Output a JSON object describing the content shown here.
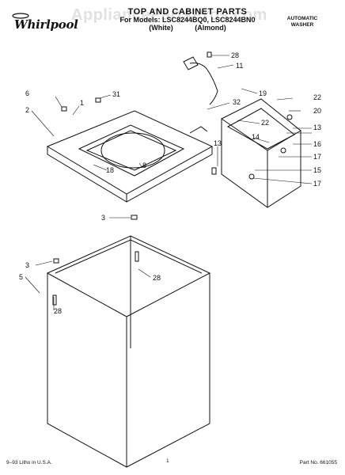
{
  "brand": {
    "logo_text": "Whirlpool",
    "logo_icon": "whirlpool-logo"
  },
  "header": {
    "watermark": "AppliancePartsPros.com",
    "line1": "TOP AND CABINET PARTS",
    "line2": "For Models: LSC8244BQ0, LSC8244BN0",
    "line3": "(White)           (Almond)",
    "product_line1": "AUTOMATIC",
    "product_line2": "WASHER"
  },
  "callouts": [
    "28",
    "11",
    "19",
    "6",
    "31",
    "1",
    "2",
    "32",
    "22",
    "22",
    "20",
    "13",
    "13",
    "16",
    "14",
    "17",
    "8",
    "18",
    "15",
    "17",
    "3",
    "3",
    "28",
    "5",
    "28"
  ],
  "footer": {
    "left": "9–93 Litho in U.S.A.",
    "page": "1",
    "part_no": "Part No. 661055"
  }
}
